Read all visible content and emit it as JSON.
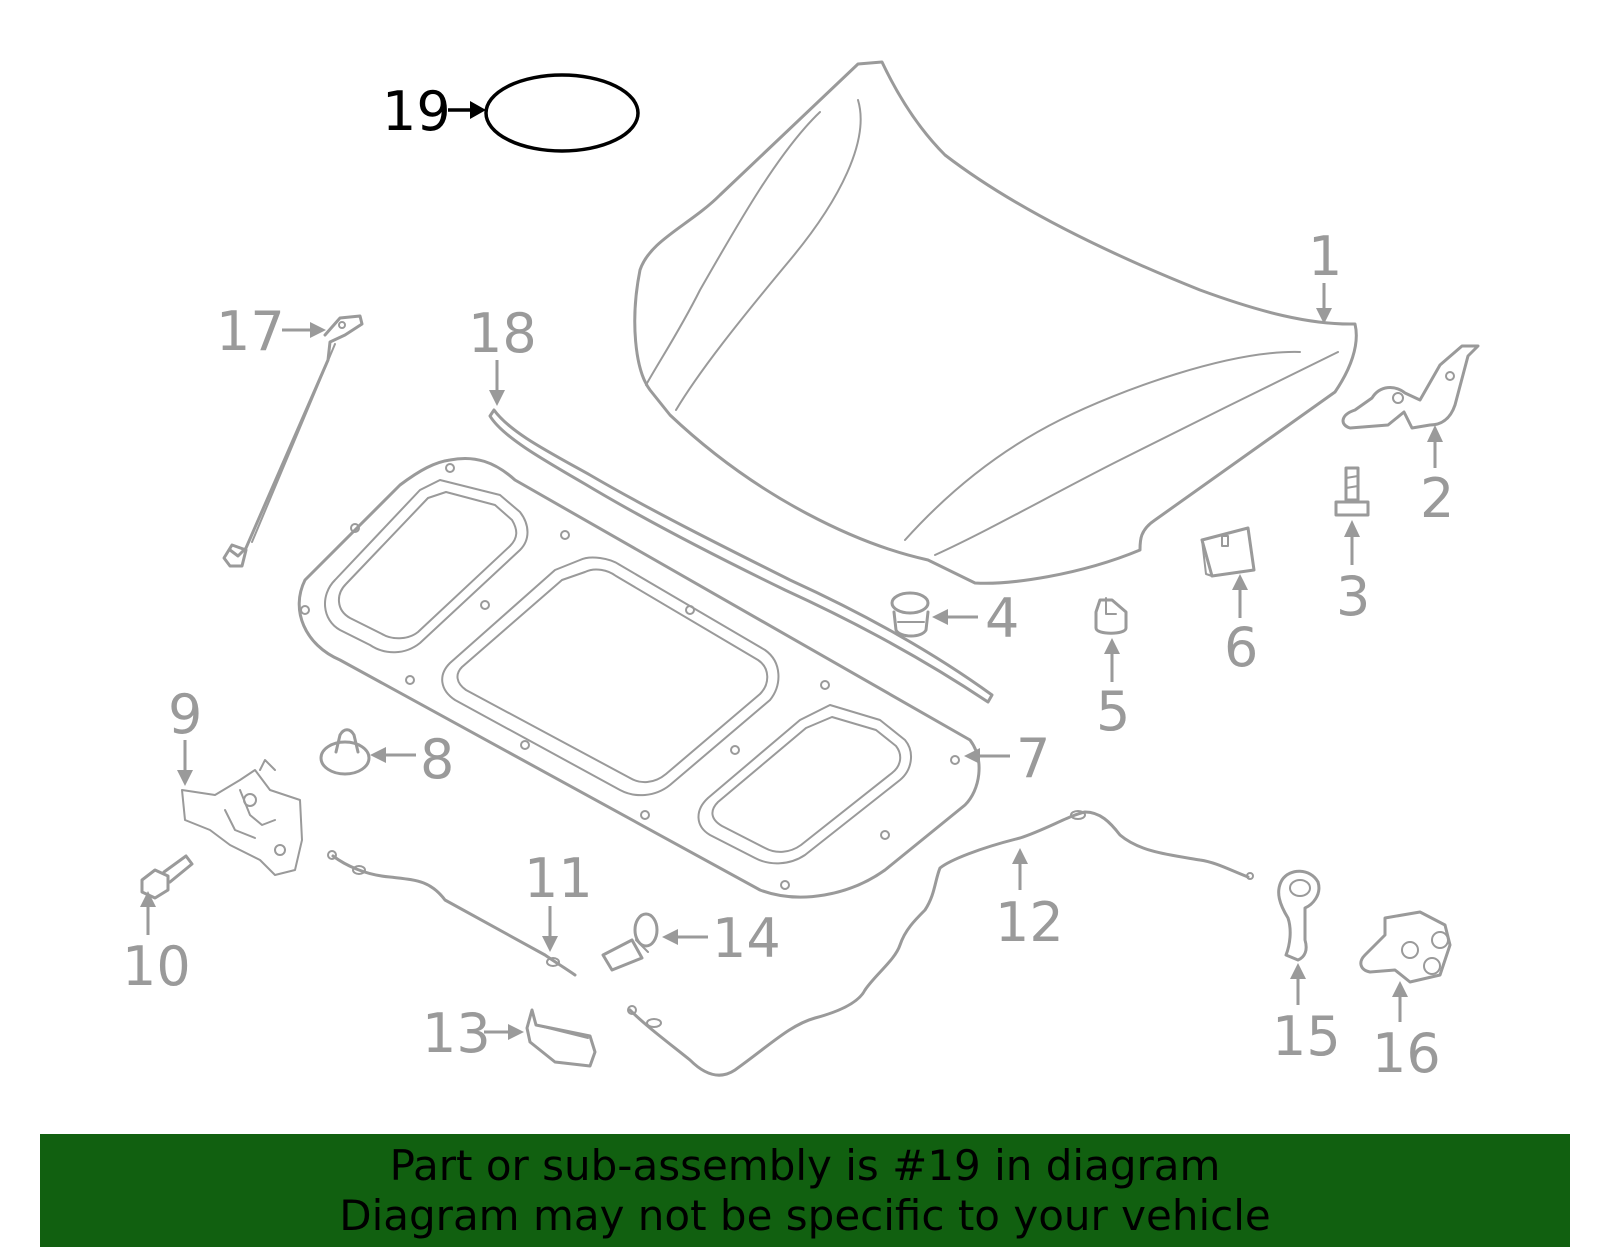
{
  "diagram": {
    "callouts": {
      "c1": "1",
      "c2": "2",
      "c3": "3",
      "c4": "4",
      "c5": "5",
      "c6": "6",
      "c7": "7",
      "c8": "8",
      "c9": "9",
      "c10": "10",
      "c11": "11",
      "c12": "12",
      "c13": "13",
      "c14": "14",
      "c15": "15",
      "c16": "16",
      "c17": "17",
      "c18": "18",
      "c19": "19"
    },
    "highlighted_part": "19",
    "colors": {
      "part_stroke": "#9a9a9a",
      "highlight": "#000000",
      "banner_background": "#116010"
    }
  },
  "footer": {
    "line1": "Part or sub-assembly is #19 in diagram",
    "line2": "Diagram may not be specific to your vehicle"
  }
}
